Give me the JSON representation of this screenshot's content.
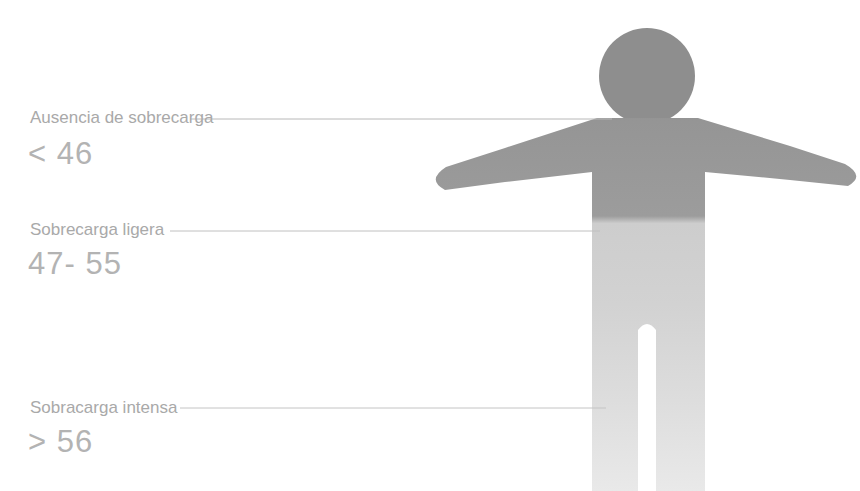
{
  "diagram": {
    "labels": [
      "Ausencia de sobrecarga",
      "< 46",
      "Sobrecarga ligera",
      "47- 55",
      "Sobracarga intensa",
      "> 56"
    ]
  }
}
